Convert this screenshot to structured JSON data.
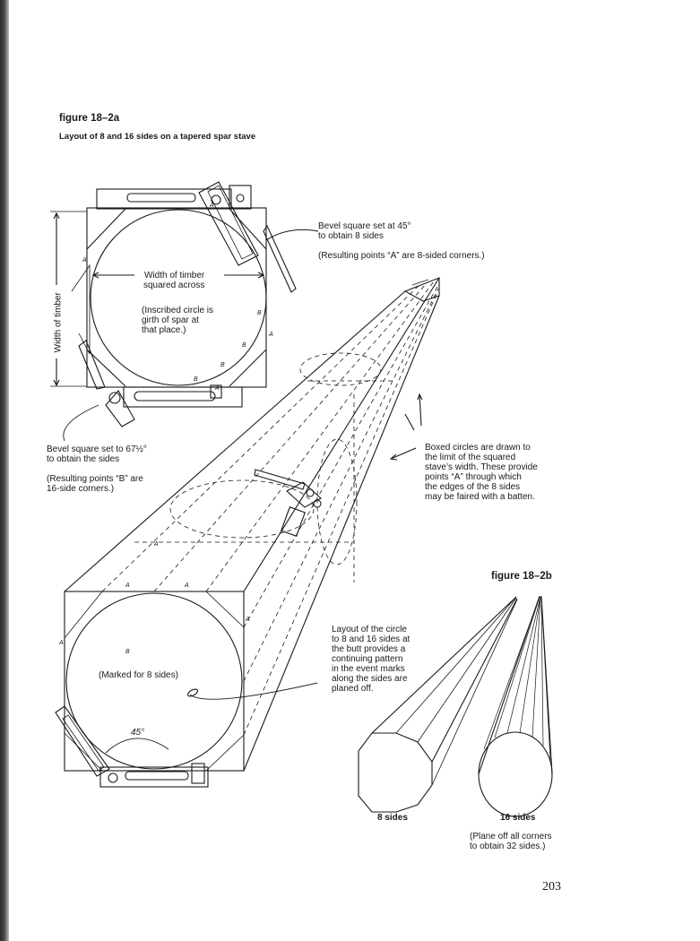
{
  "figure_a": {
    "title": "figure 18–2a",
    "subtitle": "Layout of 8 and 16 sides on a tapered spar stave"
  },
  "labels": {
    "bevel45_line1": "Bevel square set at 45°",
    "bevel45_line2": "to obtain 8 sides",
    "points_a_note": "(Resulting points “A” are 8-sided corners.)",
    "width_line1": "Width of timber",
    "width_line2": "squared across",
    "inscribed_1": "(Inscribed circle is",
    "inscribed_2": "girth of spar at",
    "inscribed_3": "that place.)",
    "width_vertical": "Width of timber",
    "bevel67_line1": "Bevel square set to 67½°",
    "bevel67_line2": "to obtain the sides",
    "points_b_1": "(Resulting points “B” are",
    "points_b_2": "16-side corners.)",
    "boxed_1": "Boxed circles are drawn to",
    "boxed_2": "the limit of the squared",
    "boxed_3": "stave’s width. These provide",
    "boxed_4": "points “A” through which",
    "boxed_5": "the edges of the 8 sides",
    "boxed_6": "may be faired with a batten.",
    "marked": "(Marked for 8 sides)",
    "layout_1": "Layout of the circle",
    "layout_2": "to 8 and 16 sides at",
    "layout_3": "the butt provides a",
    "layout_4": "continuing pattern",
    "layout_5": "in the event marks",
    "layout_6": "along the sides are",
    "layout_7": "planed off.",
    "angle_45": "45°",
    "mark_a": "A",
    "mark_b": "B"
  },
  "figure_b": {
    "title": "figure 18–2b",
    "label_8": "8 sides",
    "label_16": "16 sides",
    "plane_1": "(Plane off all corners",
    "plane_2": "to obtain 32 sides.)"
  },
  "page_number": "203"
}
